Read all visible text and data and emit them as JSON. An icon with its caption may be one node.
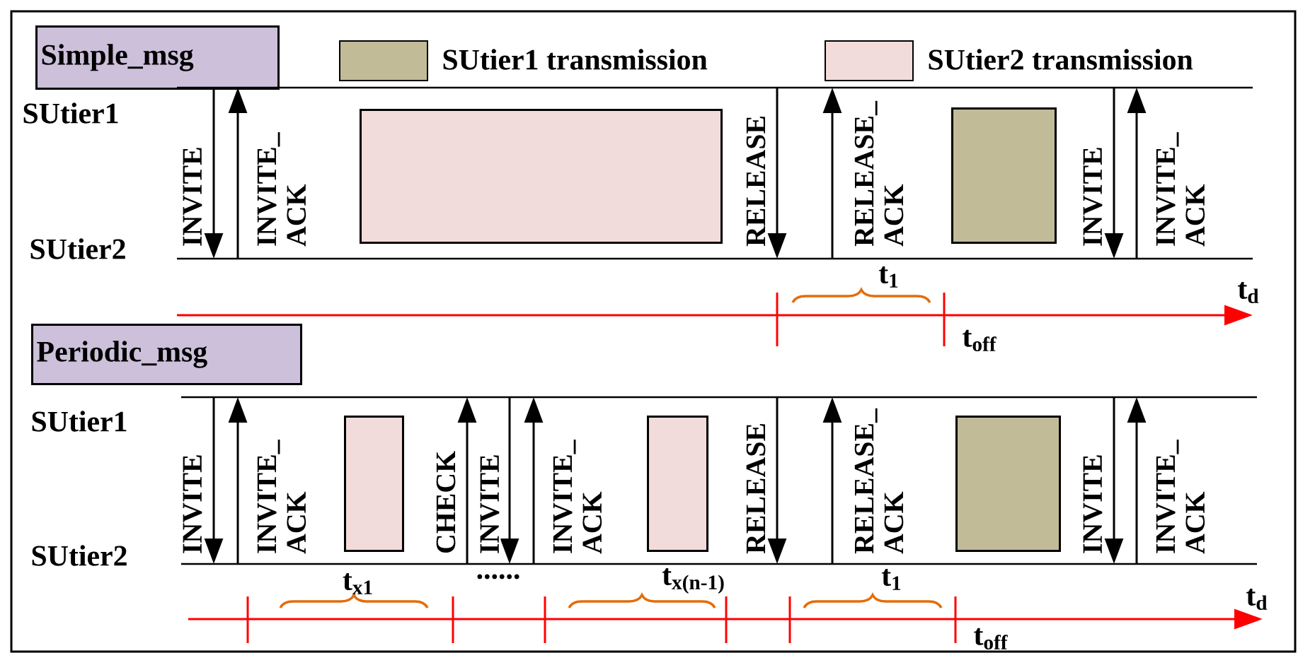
{
  "diagram": {
    "nodes": [
      {
        "text": [
          "Simple_msg"
        ]
      },
      {
        "text": [],
        "shape": "line"
      },
      {
        "text": [],
        "shape": "line"
      },
      {
        "text": [],
        "shape": "box"
      },
      {
        "text": [],
        "shape": "box"
      },
      {
        "text": [
          "Periodic_msg"
        ]
      },
      {
        "text": [],
        "shape": "line"
      },
      {
        "text": [],
        "shape": "line"
      },
      {
        "text": [],
        "shape": "box"
      },
      {
        "text": [],
        "shape": "box"
      },
      {
        "text": [],
        "shape": "box"
      }
    ],
    "edges": [
      {
        "from": 1,
        "to": 2,
        "arrow": "to",
        "label": "INVITE"
      },
      {
        "from": 2,
        "to": 1,
        "arrow": "to",
        "label": "INVITE_ ACK"
      },
      {
        "from": 1,
        "to": 2,
        "arrow": "to",
        "label": "RELEASE"
      },
      {
        "from": 2,
        "to": 1,
        "arrow": "to",
        "label": "RELEASE_ ACK"
      },
      {
        "from": 1,
        "to": 2,
        "arrow": "to",
        "label": "INVITE"
      },
      {
        "from": 2,
        "to": 1,
        "arrow": "to",
        "label": "INVITE_ ACK"
      },
      {
        "from": 6,
        "to": 7,
        "arrow": "to",
        "label": "INVITE"
      },
      {
        "from": 7,
        "to": 6,
        "arrow": "to",
        "label": "INVITE_ ACK"
      },
      {
        "from": 7,
        "to": 6,
        "arrow": "to",
        "label": "CHECK"
      },
      {
        "from": 6,
        "to": 7,
        "arrow": "to",
        "label": "INVITE"
      },
      {
        "from": 7,
        "to": 6,
        "arrow": "to",
        "label": "INVITE_ ACK"
      },
      {
        "from": 6,
        "to": 7,
        "arrow": "to",
        "label": "RELEASE"
      },
      {
        "from": 7,
        "to": 6,
        "arrow": "to",
        "label": "RELEASE_ ACK"
      },
      {
        "from": 6,
        "to": 7,
        "arrow": "to",
        "label": "INVITE"
      },
      {
        "from": 7,
        "to": 6,
        "arrow": "to",
        "label": "INVITE_ ACK"
      }
    ],
    "labels": [
      "SUtier1",
      "SUtier2",
      "t$_{1}$",
      "t$_{d}$",
      "t$_{off}$",
      "SUtier1",
      "SUtier2",
      "t$_{x1}$",
      "......",
      "t$_{x(n-1)}$",
      "t$_{1}$",
      "t$_{d}$",
      "t$_{off}$"
    ],
    "legend": [
      {
        "text": "SUtier1 transmission",
        "color": "#c2bb98"
      },
      {
        "text": "SUtier2 transmission",
        "color": "#f2dcdb"
      }
    ]
  }
}
